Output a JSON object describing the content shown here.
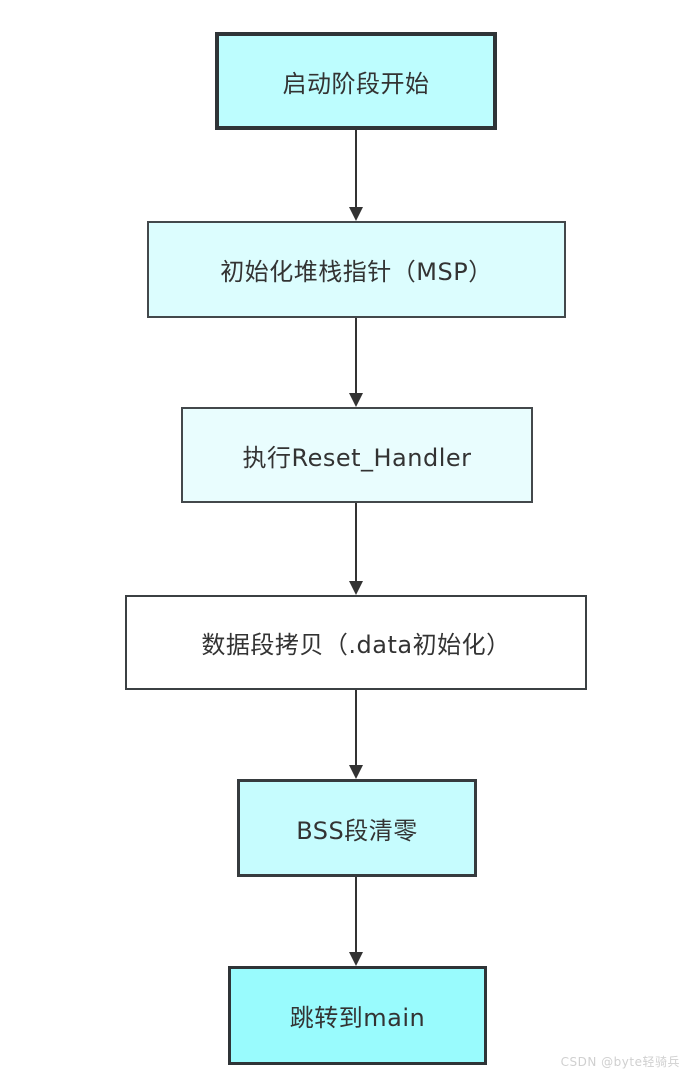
{
  "diagram": {
    "type": "flowchart",
    "direction": "top-down",
    "nodes": [
      {
        "id": "start",
        "label": "启动阶段开始",
        "fill": "#bdfdfe"
      },
      {
        "id": "init-msp",
        "label": "初始化堆栈指针（MSP）",
        "fill": "#dcfdfe"
      },
      {
        "id": "reset-handler",
        "label": "执行Reset_Handler",
        "fill": "#e9fdfe"
      },
      {
        "id": "data-copy",
        "label": "数据段拷贝（.data初始化）",
        "fill": "#ffffff"
      },
      {
        "id": "bss-clear",
        "label": "BSS段清零",
        "fill": "#c6fcfe"
      },
      {
        "id": "jump-main",
        "label": "跳转到main",
        "fill": "#99fbfd"
      }
    ],
    "edges": [
      {
        "from": "start",
        "to": "init-msp"
      },
      {
        "from": "init-msp",
        "to": "reset-handler"
      },
      {
        "from": "reset-handler",
        "to": "data-copy"
      },
      {
        "from": "data-copy",
        "to": "bss-clear"
      },
      {
        "from": "bss-clear",
        "to": "jump-main"
      }
    ],
    "colors": {
      "node_border": "#333538",
      "arrow": "#333333",
      "text": "#333333",
      "background": "#ffffff"
    }
  },
  "watermark": {
    "text": "CSDN @byte轻骑兵",
    "color": "#d0d0d0"
  }
}
